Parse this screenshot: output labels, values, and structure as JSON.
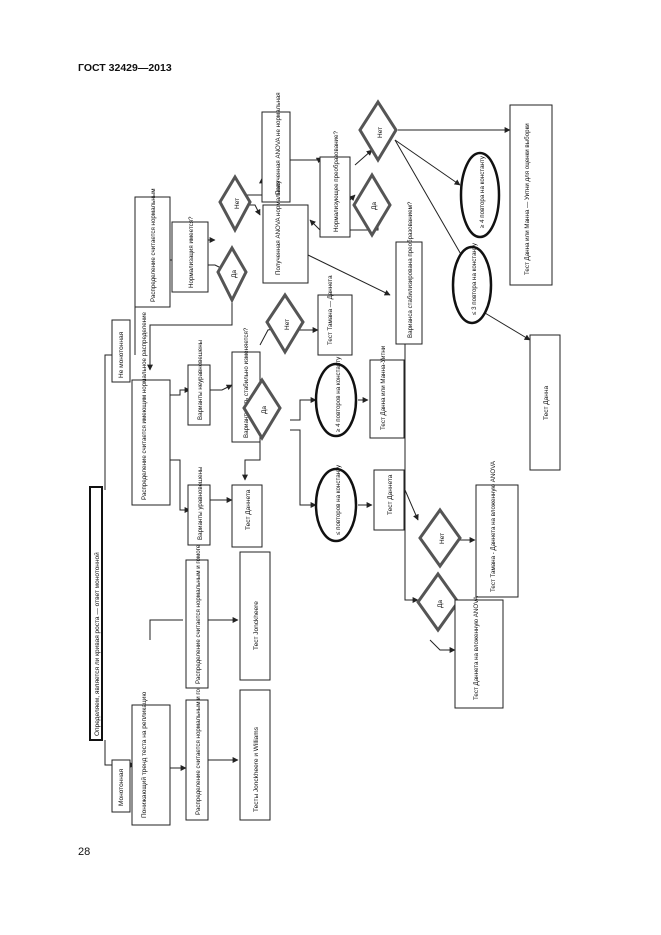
{
  "header": {
    "standard": "ГОСТ 32429—2013"
  },
  "footer": {
    "page_number": "28"
  },
  "diagram": {
    "root": "Определяем, является ли кривая роста — ответ монотонной",
    "mono": "Монотонная",
    "nonmono": "Не монотонная",
    "trend": "Понижающий тренд теста на репликацию",
    "norm_homo_1": "Распределение считается нормальным и гомогенным",
    "norm_homo_2": "Распределение считается нормальным и гомогенным",
    "williams": "Тесты Jonckheere и Williams",
    "jonckheere": "Тест Jonckheere",
    "dist_normal_calc": "Распределение считается нормальным",
    "normalization_q": "Нормализация имеется?",
    "yes": "Да",
    "no": "Нет",
    "dist_approx": "Распределение считается имеющим нормальное распределение",
    "var_equal": "Варианты уравновешены",
    "var_unequal": "Варианты неуравновешены",
    "var_stable_q": "Вариантность стабильно изменяется?",
    "test_dunnett": "Тест Даннета",
    "tamhane_dunnett": "Тест Тамана — Даннета",
    "le_reps": "≤ повторов на константу",
    "ge4_reps": "≥ 4 повторов на константу",
    "test_dunnett_2": "Тест Даннета",
    "test_dunn_mw": "Тест Данна или Манна-Уитни",
    "anova_normal": "Полученная ANOVA нормальная",
    "anova_not_normal": "Полученная ANOVA не нормальная",
    "norm_transform_q": "Нормализующее преобразование?",
    "variance_stab_q": "Вариансa стабилизирована преобразованием?",
    "le3_reps": "≤ 3 повтора на константу",
    "ge4_reps_2": "≥ 4 повтора на константу",
    "test_dunn": "Тест Данна",
    "test_dunn_mw_full": "Тест Данна или Манна — Уитни для оценки выборки",
    "tamhane_nested": "Тест Тамана - Даннета на вложенную ANOVA",
    "dunnett_nested": "Тест Даннета на вложенную ANOVA"
  }
}
